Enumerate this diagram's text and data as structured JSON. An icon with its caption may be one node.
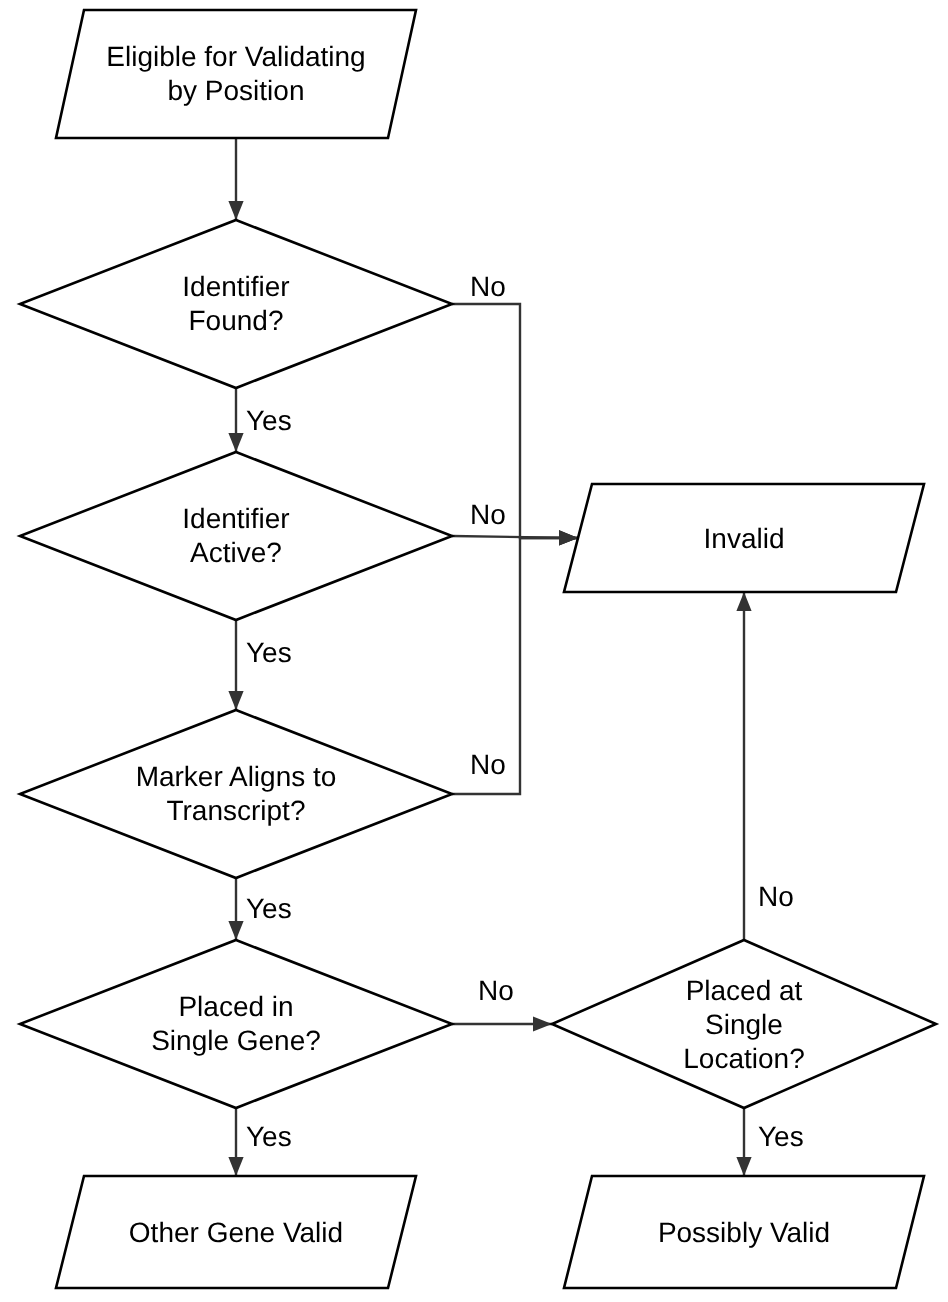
{
  "diagram": {
    "nodes": [
      {
        "text": [
          "Eligible for Validating by Position"
        ]
      },
      {
        "text": [
          "Identifier Found?"
        ]
      },
      {
        "text": [
          "Identifier Active?"
        ]
      },
      {
        "text": [
          "Marker Aligns to Transcript?"
        ]
      },
      {
        "text": [
          "Placed in Single Gene?"
        ]
      },
      {
        "text": [
          "Other Gene Valid"
        ]
      },
      {
        "text": [
          "Invalid"
        ]
      },
      {
        "text": [
          "Placed at Single Location?"
        ]
      },
      {
        "text": [
          "Possibly Valid"
        ]
      }
    ],
    "edges": [
      {
        "from": 0,
        "to": 1,
        "arrow": "to"
      },
      {
        "from": 1,
        "to": 2,
        "arrow": "to",
        "label": "Yes"
      },
      {
        "from": 2,
        "to": 3,
        "arrow": "to",
        "label": "Yes"
      },
      {
        "from": 3,
        "to": 4,
        "arrow": "to",
        "label": "Yes"
      },
      {
        "from": 4,
        "to": 5,
        "arrow": "to",
        "label": "Yes"
      },
      {
        "from": 1,
        "to": 6,
        "arrow": "to",
        "label": "No"
      },
      {
        "from": 2,
        "to": 6,
        "arrow": "to",
        "label": "No"
      },
      {
        "from": 3,
        "to": 6,
        "arrow": "to",
        "label": "No"
      },
      {
        "from": 4,
        "to": 7,
        "arrow": "to",
        "label": "No"
      },
      {
        "from": 7,
        "to": 6,
        "arrow": "to",
        "label": "No"
      },
      {
        "from": 7,
        "to": 8,
        "arrow": "to",
        "label": "Yes"
      }
    ]
  }
}
